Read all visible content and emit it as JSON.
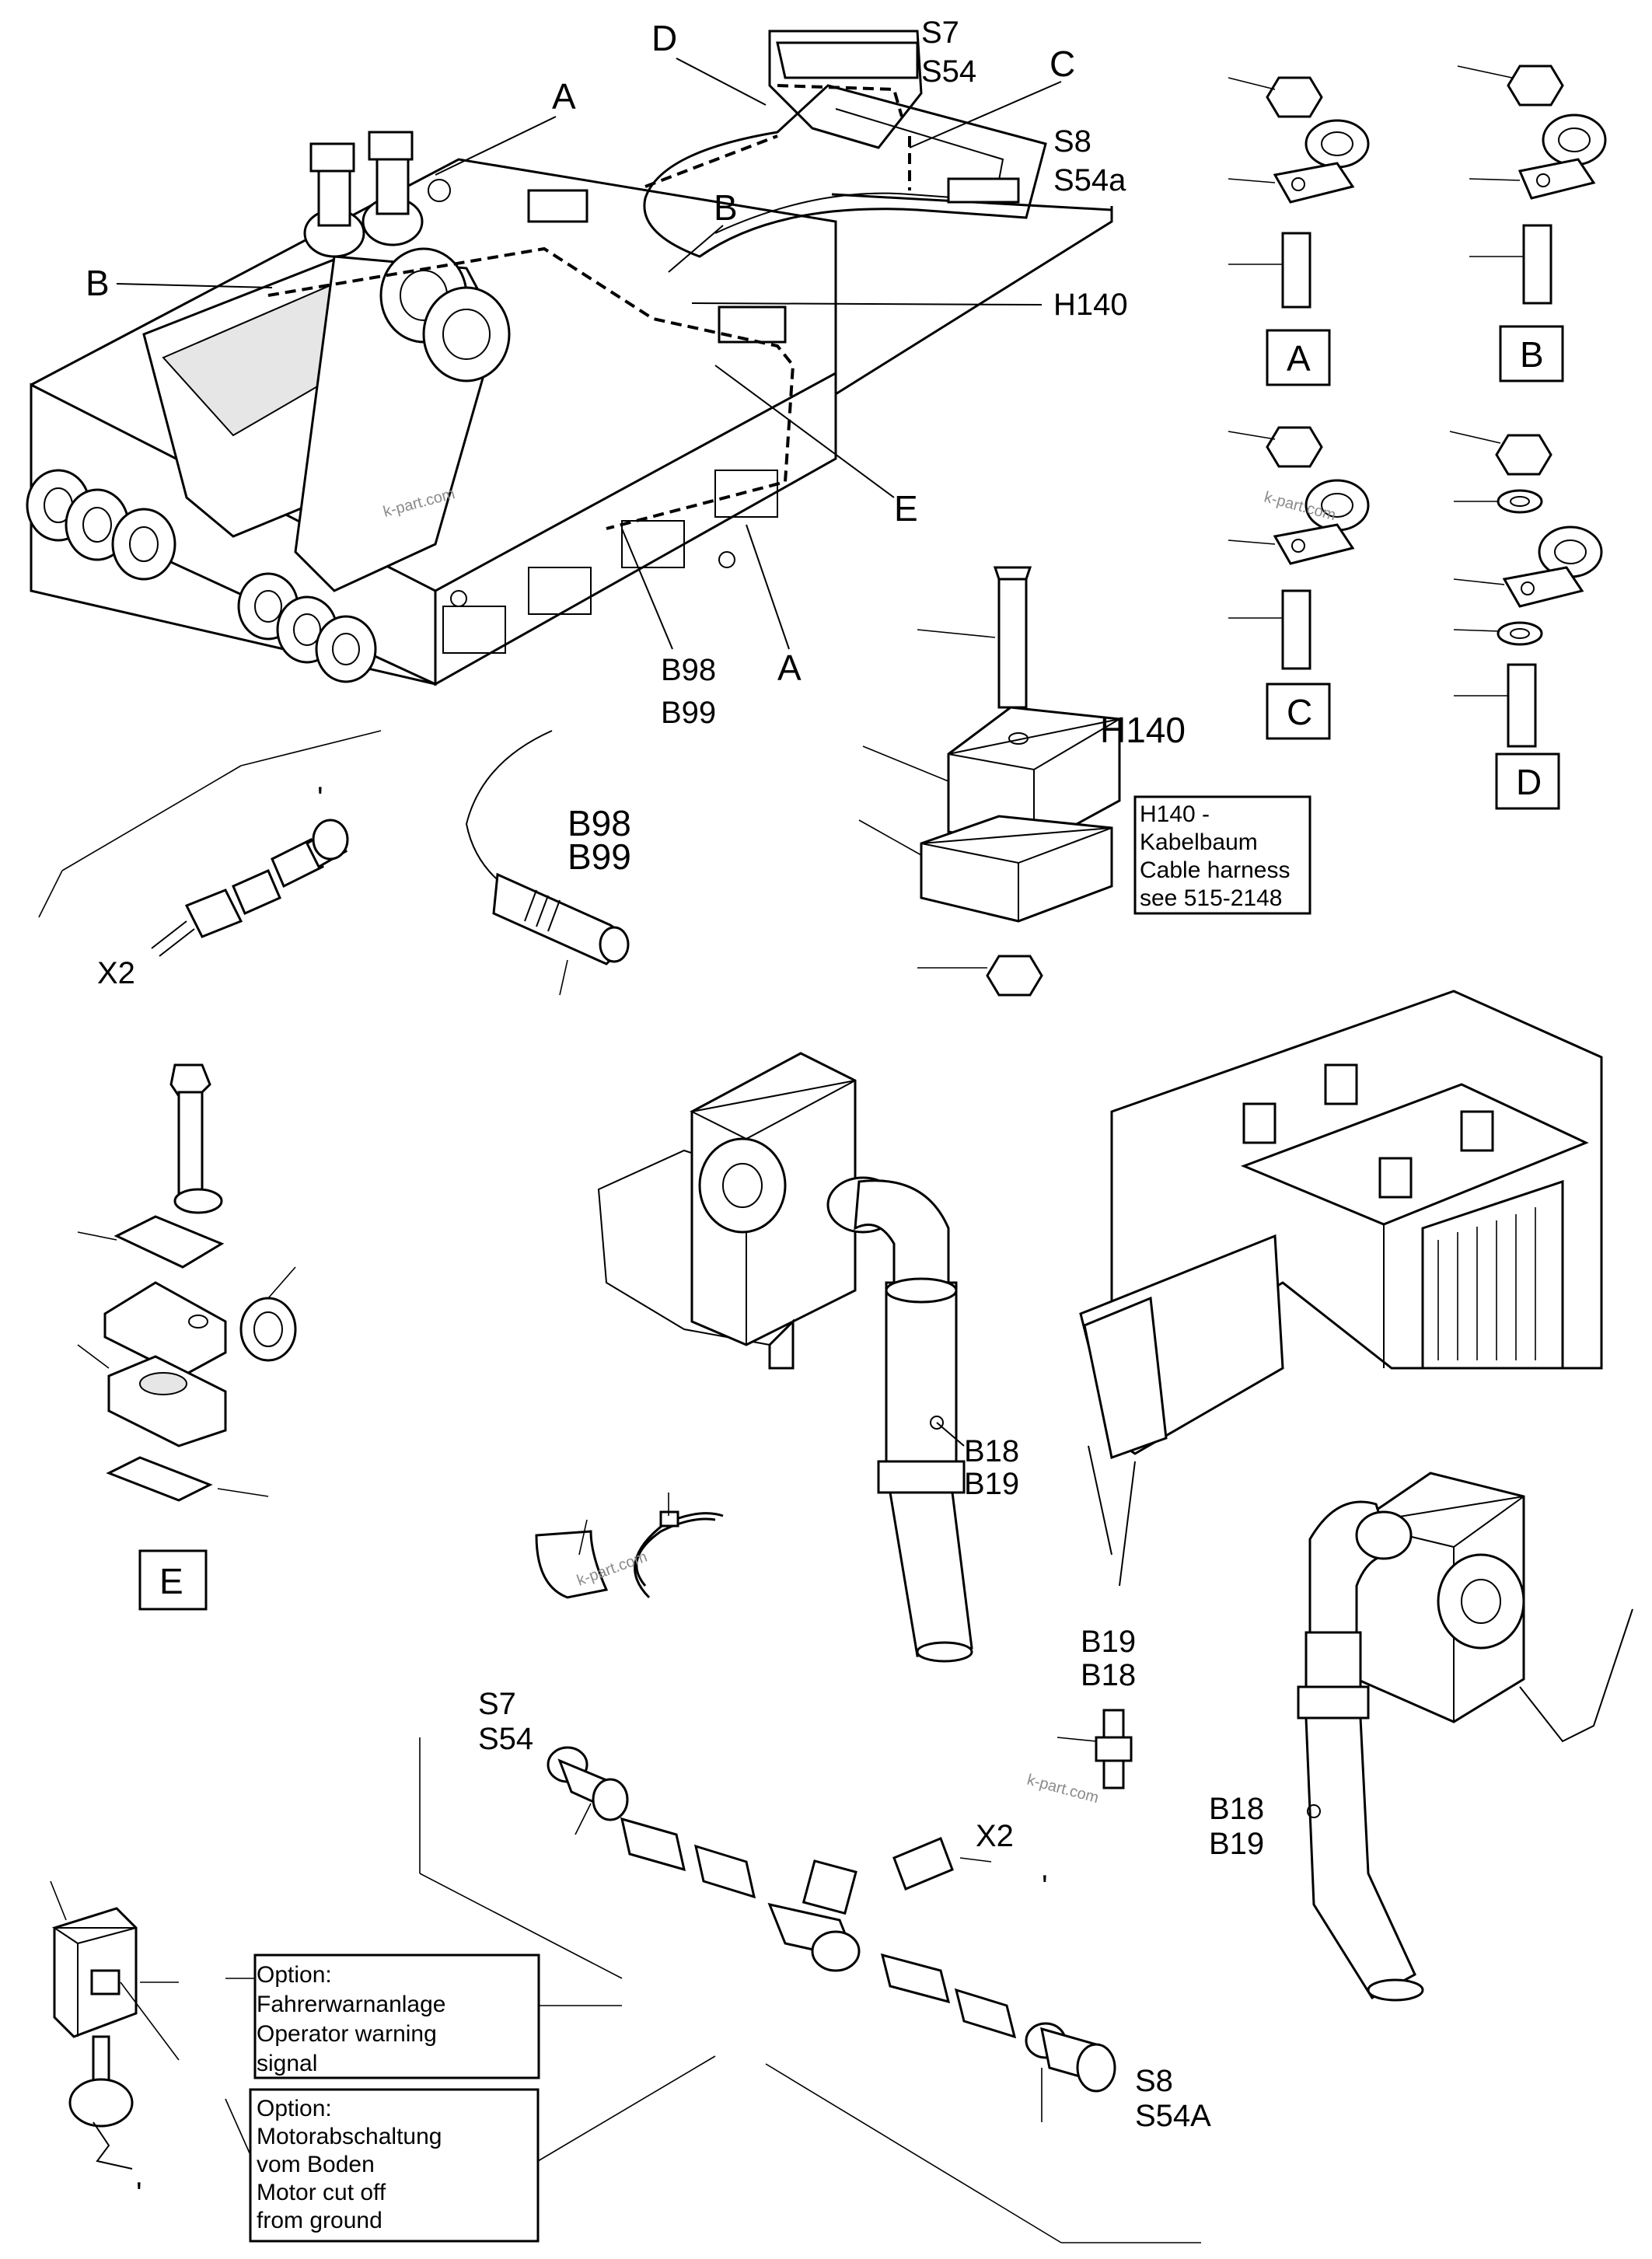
{
  "labels": {
    "a_top": "A",
    "b_left": "B",
    "b_inner": "B",
    "c_top": "C",
    "d_top": "D",
    "e_frame": "E",
    "a_bottom": "A",
    "s7": "S7",
    "s54": "S54",
    "s8": "S8",
    "s54a": "S54a",
    "h140_top": "H140",
    "b98_frame": "B98",
    "b99_frame": "B99",
    "h140_detail": "H140",
    "b98_sensor": "B98",
    "b99_sensor": "B99",
    "x2_left": "X2",
    "b18_pipe": "B18",
    "b19_pipe": "B19",
    "b19_sw": "B19",
    "b18_sw": "B18",
    "s7_bottom": "S7",
    "s54_bottom": "S54",
    "x2_right": "X2",
    "s8_bottom": "S8",
    "s54A_bottom": "S54A",
    "b18_right": "B18",
    "b19_right": "B19",
    "tick_1": "'",
    "tick_2": "'",
    "tick_3": "'"
  },
  "clip_boxes": [
    "A",
    "B",
    "C",
    "D"
  ],
  "detail_box_e": "E",
  "h140_note": [
    "H140 -",
    "Kabelbaum",
    "Cable harness",
    "see 515-2148"
  ],
  "option1": [
    "Option:",
    "Fahrerwarnanlage",
    "Operator warning",
    " signal"
  ],
  "option2": [
    "Option:",
    "Motorabschaltung",
    "vom Boden",
    "Motor cut off",
    "from ground"
  ],
  "watermark": "k-part.com"
}
